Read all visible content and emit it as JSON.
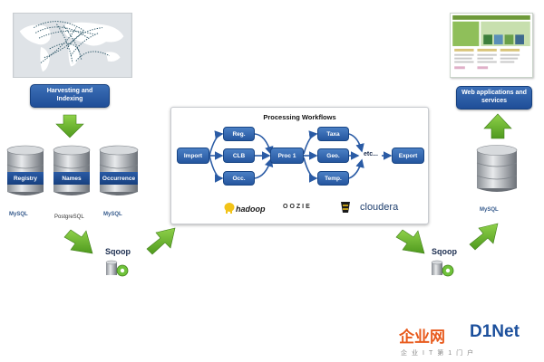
{
  "sources": {
    "harvest_label": "Harvesting and Indexing",
    "databases": [
      {
        "name": "Registry",
        "engine": "MySQL"
      },
      {
        "name": "Names",
        "engine": "PostgreSQL"
      },
      {
        "name": "Occurrence",
        "engine": "MySQL"
      }
    ]
  },
  "sqoop_left": "Sqoop",
  "sqoop_right": "Sqoop",
  "workflow": {
    "title": "Processing Workflows",
    "nodes": {
      "import": "Import",
      "reg": "Reg.",
      "clb": "CLB",
      "occ": "Occ.",
      "proc": "Proc 1",
      "taxa": "Taxa",
      "geo": "Geo.",
      "temp": "Temp.",
      "etc": "etc...",
      "export": "Export"
    },
    "logos": {
      "hadoop": "hadoop",
      "oozie": "OOZIE",
      "cloudera": "cloudera"
    }
  },
  "output": {
    "webapp_label": "Web applications and services",
    "engine": "MySQL"
  },
  "watermark": {
    "cn": "企业网",
    "brand": "D1Net",
    "sub": "企业IT第1门户"
  },
  "colors": {
    "node_blue": "#2a5ba5",
    "arrow_green": "#69b82a",
    "db_dark": "#1b4f9c"
  }
}
